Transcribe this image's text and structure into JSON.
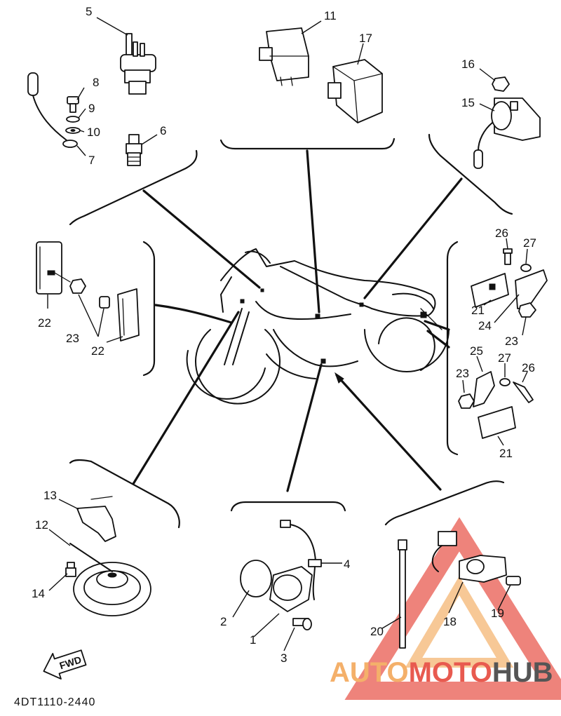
{
  "diagram": {
    "reference_code": "4DT1110-2440",
    "direction_label": "FWD",
    "callouts": [
      {
        "id": "c1",
        "label": "1"
      },
      {
        "id": "c2",
        "label": "2"
      },
      {
        "id": "c3",
        "label": "3"
      },
      {
        "id": "c4",
        "label": "4"
      },
      {
        "id": "c5",
        "label": "5"
      },
      {
        "id": "c6",
        "label": "6"
      },
      {
        "id": "c7",
        "label": "7"
      },
      {
        "id": "c8",
        "label": "8"
      },
      {
        "id": "c9",
        "label": "9"
      },
      {
        "id": "c10",
        "label": "10"
      },
      {
        "id": "c11",
        "label": "11"
      },
      {
        "id": "c12",
        "label": "12"
      },
      {
        "id": "c13",
        "label": "13"
      },
      {
        "id": "c14",
        "label": "14"
      },
      {
        "id": "c15",
        "label": "15"
      },
      {
        "id": "c16",
        "label": "16"
      },
      {
        "id": "c17",
        "label": "17"
      },
      {
        "id": "c18",
        "label": "18"
      },
      {
        "id": "c19",
        "label": "19"
      },
      {
        "id": "c20",
        "label": "20"
      },
      {
        "id": "c21a",
        "label": "21"
      },
      {
        "id": "c21b",
        "label": "21"
      },
      {
        "id": "c22a",
        "label": "22"
      },
      {
        "id": "c22b",
        "label": "22"
      },
      {
        "id": "c23a",
        "label": "23"
      },
      {
        "id": "c23b",
        "label": "23"
      },
      {
        "id": "c23c",
        "label": "23"
      },
      {
        "id": "c24",
        "label": "24"
      },
      {
        "id": "c25",
        "label": "25"
      },
      {
        "id": "c26a",
        "label": "26"
      },
      {
        "id": "c26b",
        "label": "26"
      },
      {
        "id": "c27a",
        "label": "27"
      },
      {
        "id": "c27b",
        "label": "27"
      }
    ]
  },
  "watermark": {
    "part1": "AUTO",
    "part2": "MOTO",
    "part3": "HUB",
    "colors": {
      "auto": "#f4b06a",
      "moto": "#e85a4f",
      "hub": "#555555"
    }
  }
}
